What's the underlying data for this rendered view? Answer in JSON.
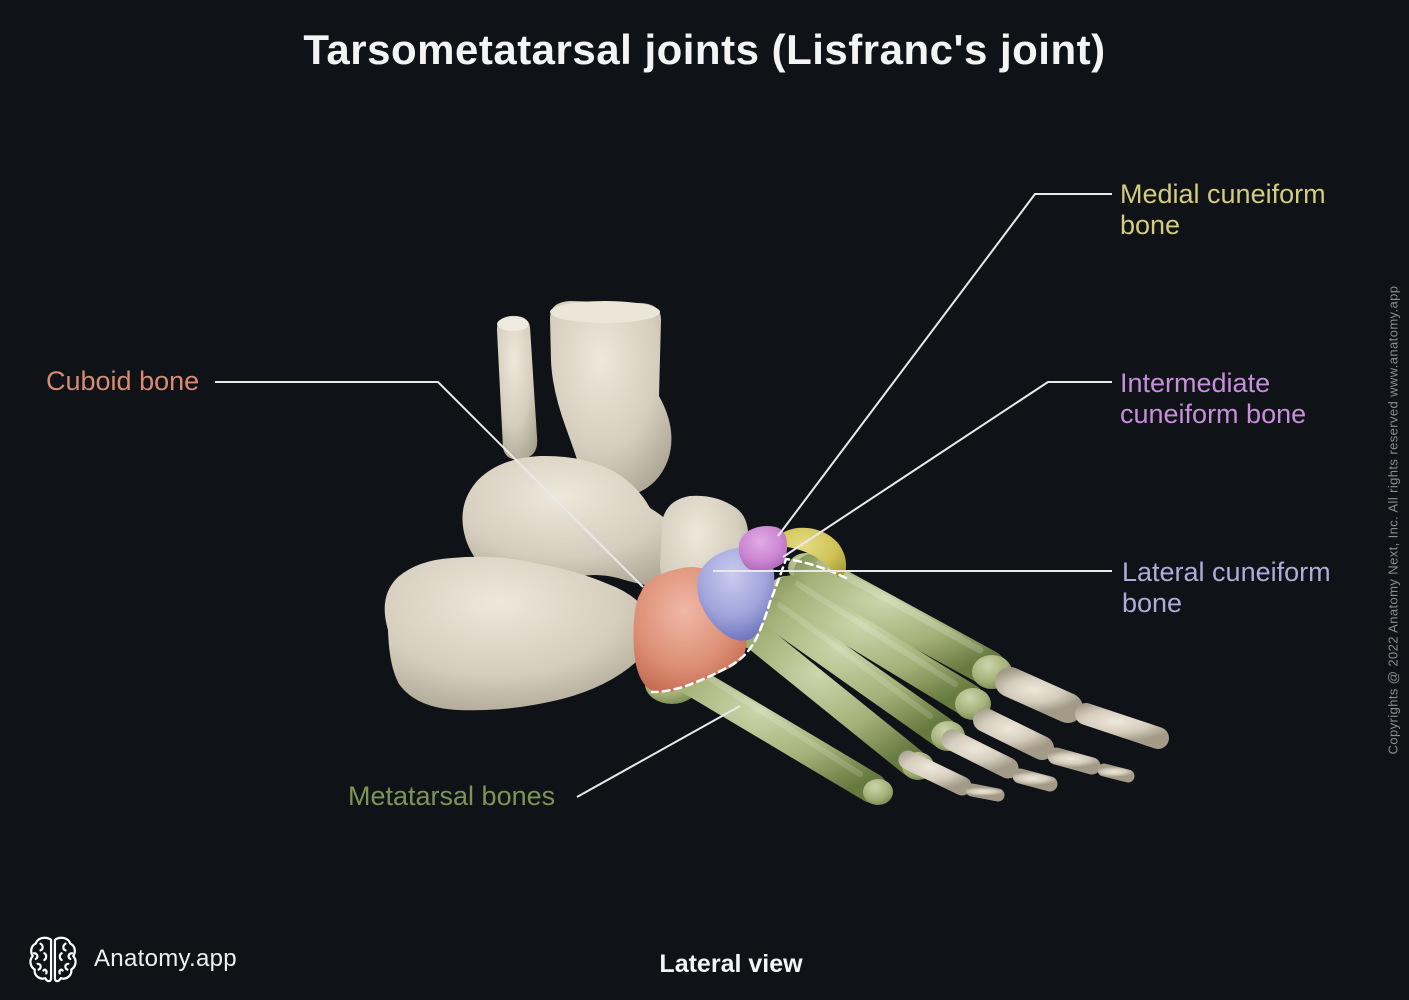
{
  "header": {
    "title": "Tarsometatarsal joints (Lisfranc's joint)"
  },
  "annotations": {
    "cuboid": {
      "label": "Cuboid bone",
      "color": "#d98a72"
    },
    "medial_cuneiform": {
      "label": "Medial cuneiform bone",
      "color": "#d5cb7d"
    },
    "intermediate_cuneiform": {
      "label": "Intermediate cuneiform bone",
      "color": "#c78fd9"
    },
    "lateral_cuneiform": {
      "label": "Lateral cuneiform bone",
      "color": "#b0abd9"
    },
    "metatarsals": {
      "label": "Metatarsal bones",
      "color": "#7e9455"
    }
  },
  "figure": {
    "caption": "Lateral view"
  },
  "footer": {
    "brand": "Anatomy.app",
    "logo_icon": "brain-icon"
  },
  "copyright": {
    "text": "Copyrights @ 2022 Anatomy Next, Inc. All rights reserved www.anatomy.app"
  },
  "colors": {
    "background": "#0f1217",
    "title_text": "#f4f4f4",
    "leader_line": "#e9e9e9",
    "copyright_text": "#8c8c8c",
    "brand_text": "#f0f0f0",
    "bone_beige": "#d5cdbd",
    "bone_salmon": "#dd8f76",
    "bone_periwinkle": "#a0a4da",
    "bone_orchid": "#cb84d2",
    "bone_yellow": "#cfc257",
    "bone_green": "#a4b178"
  }
}
